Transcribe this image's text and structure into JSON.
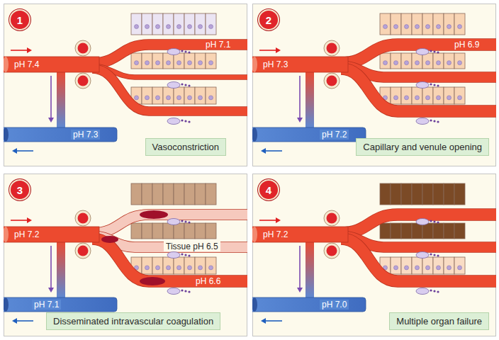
{
  "diagram": {
    "nodes": [
      {
        "text": [
          "1"
        ]
      },
      {
        "text": [
          "Vasoconstriction"
        ]
      },
      {
        "text": [
          "2"
        ]
      },
      {
        "text": [
          "Capillary and venule opening"
        ]
      },
      {
        "text": [
          "3"
        ]
      },
      {
        "text": [
          "Disseminated intravascular coagulation"
        ]
      },
      {
        "text": [
          "4"
        ]
      },
      {
        "text": [
          "Multiple organ failure"
        ]
      }
    ],
    "labels": [
      "pH 7.4",
      "pH 7.1",
      "pH 7.3",
      "pH 7.3",
      "pH 6.9",
      "pH 7.2",
      "pH 7.2",
      "Tissue pH 6.5",
      "pH 6.6",
      "pH 7.1",
      "pH 7.2",
      "pH 7.0"
    ]
  }
}
